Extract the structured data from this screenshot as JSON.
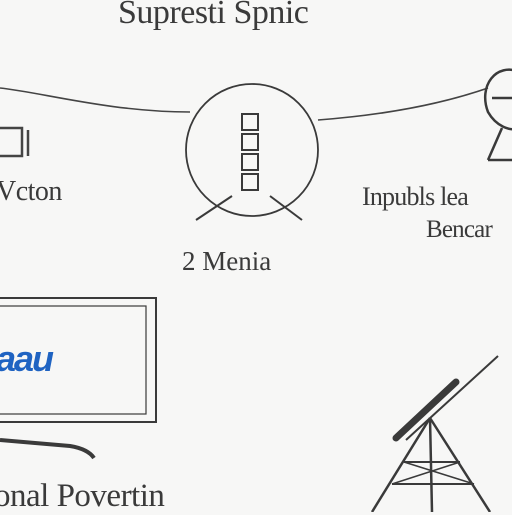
{
  "title": "Supresti Spnic",
  "labels": {
    "left": "Vcton",
    "center": "2 Menia",
    "right_line1": "Inpubls lea",
    "right_line2": "Bencar",
    "bottom": "onal Povertin"
  },
  "screen_text": "aau",
  "colors": {
    "ink": "#333333",
    "accent": "#1f63c2",
    "background": "#f7f7f6"
  }
}
